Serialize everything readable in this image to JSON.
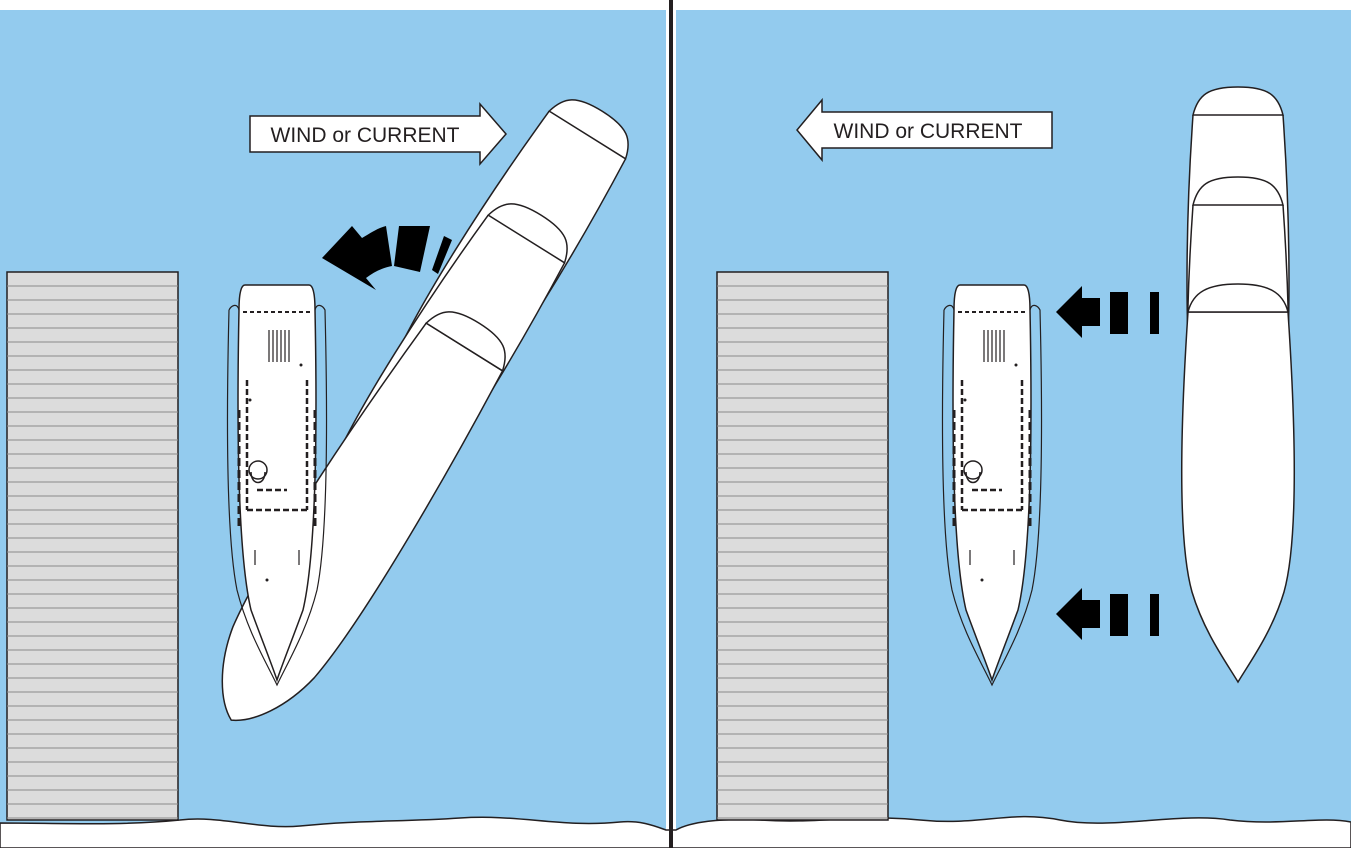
{
  "panels": [
    {
      "id": "left",
      "wind_label": "WIND or CURRENT",
      "wind_direction": "right"
    },
    {
      "id": "right",
      "wind_label": "WIND or CURRENT",
      "wind_direction": "left"
    }
  ],
  "colors": {
    "water": "#93cbee",
    "dock": "#dcdcdc",
    "dock_lines": "#8a8a8a",
    "outline": "#231f20",
    "boat": "#ffffff",
    "arrow": "#000000",
    "shore": "#ffffff"
  }
}
